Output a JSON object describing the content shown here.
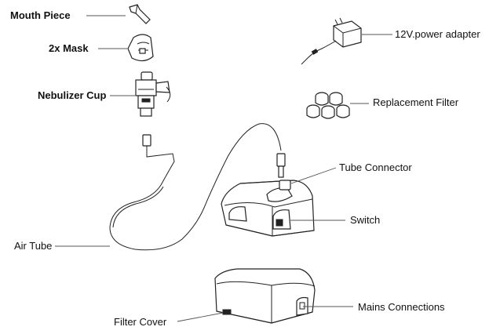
{
  "labels": {
    "mouth_piece": "Mouth Piece",
    "mask": "2x Mask",
    "nebulizer_cup": "Nebulizer Cup",
    "power_adapter": "12V.power adapter",
    "replacement_filter": "Replacement Filter",
    "tube_connector": "Tube Connector",
    "switch": "Switch",
    "air_tube": "Air Tube",
    "mains_connections": "Mains Connections",
    "filter_cover": "Filter Cover"
  }
}
